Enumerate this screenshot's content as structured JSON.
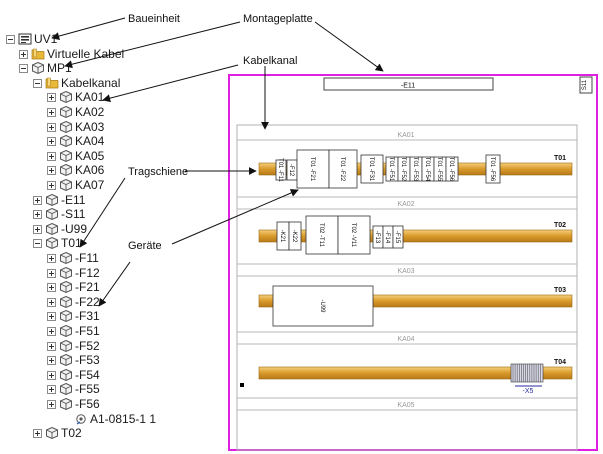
{
  "tree": [
    {
      "label": "UV1",
      "level": 0,
      "icon": "cabinet-icon",
      "exp": "minus"
    },
    {
      "label": "Virtuelle Kabel",
      "level": 1,
      "icon": "folder-icon",
      "exp": "plus"
    },
    {
      "label": "MP1",
      "level": 1,
      "icon": "assembly-icon",
      "exp": "minus"
    },
    {
      "label": "Kabelkanal",
      "level": 2,
      "icon": "folder-icon",
      "exp": "minus"
    },
    {
      "label": "KA01",
      "level": 3,
      "icon": "assembly-icon",
      "exp": "plus"
    },
    {
      "label": "KA02",
      "level": 3,
      "icon": "assembly-icon",
      "exp": "plus"
    },
    {
      "label": "KA03",
      "level": 3,
      "icon": "assembly-icon",
      "exp": "plus"
    },
    {
      "label": "KA04",
      "level": 3,
      "icon": "assembly-icon",
      "exp": "plus"
    },
    {
      "label": "KA05",
      "level": 3,
      "icon": "assembly-icon",
      "exp": "plus"
    },
    {
      "label": "KA06",
      "level": 3,
      "icon": "assembly-icon",
      "exp": "plus"
    },
    {
      "label": "KA07",
      "level": 3,
      "icon": "assembly-icon",
      "exp": "plus"
    },
    {
      "label": "-E11",
      "level": 2,
      "icon": "assembly-icon",
      "exp": "plus"
    },
    {
      "label": "-S11",
      "level": 2,
      "icon": "assembly-icon",
      "exp": "plus"
    },
    {
      "label": "-U99",
      "level": 2,
      "icon": "assembly-icon",
      "exp": "plus"
    },
    {
      "label": "T01",
      "level": 2,
      "icon": "assembly-icon",
      "exp": "minus"
    },
    {
      "label": "-F11",
      "level": 3,
      "icon": "assembly-icon",
      "exp": "plus"
    },
    {
      "label": "-F12",
      "level": 3,
      "icon": "assembly-icon",
      "exp": "plus"
    },
    {
      "label": "-F21",
      "level": 3,
      "icon": "assembly-icon",
      "exp": "plus"
    },
    {
      "label": "-F22",
      "level": 3,
      "icon": "assembly-icon",
      "exp": "plus"
    },
    {
      "label": "-F31",
      "level": 3,
      "icon": "assembly-icon",
      "exp": "plus"
    },
    {
      "label": "-F51",
      "level": 3,
      "icon": "assembly-icon",
      "exp": "plus"
    },
    {
      "label": "-F52",
      "level": 3,
      "icon": "assembly-icon",
      "exp": "plus"
    },
    {
      "label": "-F53",
      "level": 3,
      "icon": "assembly-icon",
      "exp": "plus"
    },
    {
      "label": "-F54",
      "level": 3,
      "icon": "assembly-icon",
      "exp": "plus"
    },
    {
      "label": "-F55",
      "level": 3,
      "icon": "assembly-icon",
      "exp": "plus"
    },
    {
      "label": "-F56",
      "level": 3,
      "icon": "assembly-icon",
      "exp": "plus"
    },
    {
      "label": "A1-0815-1 1",
      "level": 4,
      "icon": "part-icon",
      "exp": "none"
    },
    {
      "label": "T02",
      "level": 2,
      "icon": "assembly-icon",
      "exp": "plus"
    }
  ],
  "annotations": {
    "baueinheit": "Baueinheit",
    "montageplatte": "Montageplatte",
    "kabelkanal": "Kabelkanal",
    "tragschiene": "Tragschiene",
    "geraete": "Geräte"
  },
  "plate": {
    "e11_label": "-E11",
    "s11_label": "S11",
    "kanal_labels": [
      "KA01",
      "KA02",
      "KA03",
      "KA04",
      "KA05"
    ],
    "rails": [
      {
        "name": "T01",
        "devices": [
          "T01 -F11",
          "-F12",
          "T01 -F21",
          "T01 -F22",
          "T01 -F31",
          "T01 -F51",
          "T01 -F52",
          "T01 -F53",
          "T01 -F54",
          "T01 -F55",
          "T01 -F56"
        ]
      },
      {
        "name": "T02",
        "devices": [
          "-K21",
          "-K22",
          "T02 -T11",
          "T02 -V11",
          "-F13",
          "-F14",
          "-F15"
        ]
      },
      {
        "name": "T03",
        "devices": [
          "-U99"
        ]
      },
      {
        "name": "T04",
        "devices": [
          "-X5"
        ]
      }
    ]
  },
  "colors": {
    "plate_border": "#e020e0",
    "rail_fill": "#d99a2a",
    "rail_light": "#f2c46a",
    "kanal_border": "#b8b8b8",
    "kanal_text": "#999999",
    "tree_text": "#1a1a1a",
    "folder": "#e8b83a",
    "terminal_blue": "#2a2aa0"
  }
}
